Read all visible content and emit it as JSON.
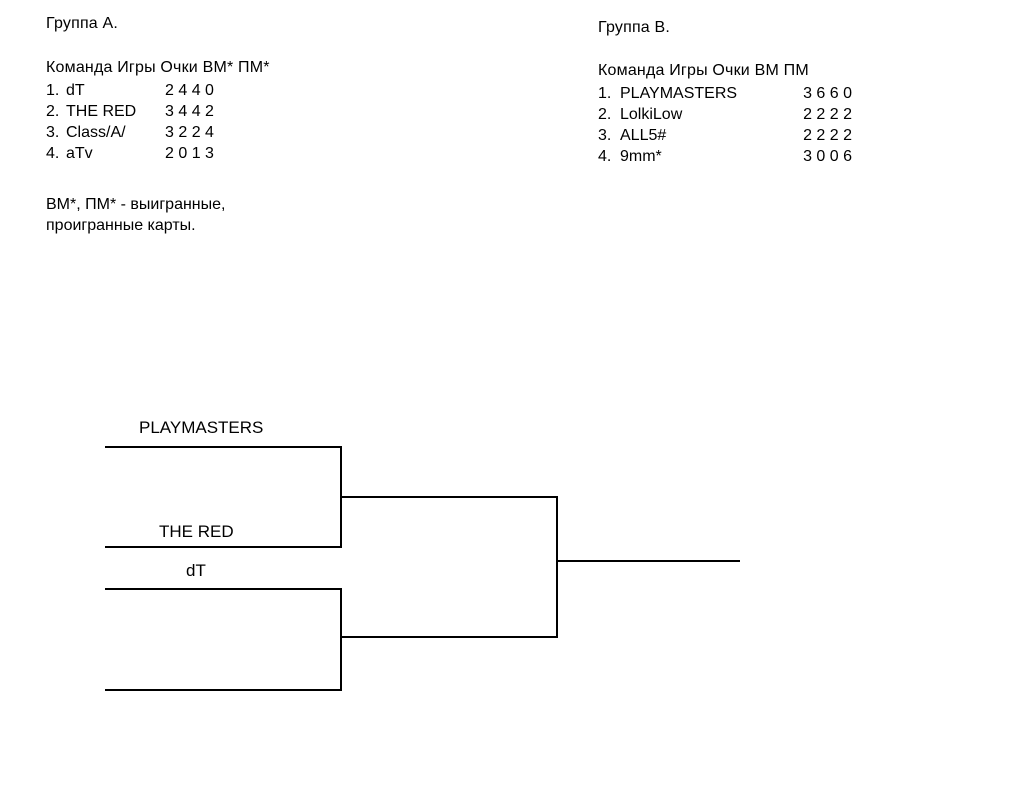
{
  "groups": [
    {
      "title": "Группа А.",
      "header": "Команда Игры Очки ВМ* ПМ*",
      "rows": [
        {
          "rank": "1.",
          "team": "dT",
          "nums": "2 4 4 0"
        },
        {
          "rank": "2.",
          "team": "THE RED",
          "nums": "3 4 4 2"
        },
        {
          "rank": "3.",
          "team": "Class/A/",
          "nums": "3 2 2 4"
        },
        {
          "rank": "4.",
          "team": "aTv",
          "nums": "2 0 1 3"
        }
      ]
    },
    {
      "title": "Группа В.",
      "header": "Команда Игры Очки ВМ ПМ",
      "rows": [
        {
          "rank": "1.",
          "team": "PLAYMASTERS",
          "nums": "3 6 6 0"
        },
        {
          "rank": "2.",
          "team": "LolkiLow",
          "nums": "2 2 2 2"
        },
        {
          "rank": "3.",
          "team": "ALL5#",
          "nums": "2 2 2 2"
        },
        {
          "rank": "4.",
          "team": "9mm*",
          "nums": "3 0 0 6"
        }
      ]
    }
  ],
  "footnote": "ВМ*, ПМ* - выигранные,\nпроигранные карты.",
  "bracket": {
    "labels": {
      "upper_top": "PLAYMASTERS",
      "upper_bottom": "THE RED",
      "lower_top": "dT"
    },
    "line_color": "#000000"
  }
}
